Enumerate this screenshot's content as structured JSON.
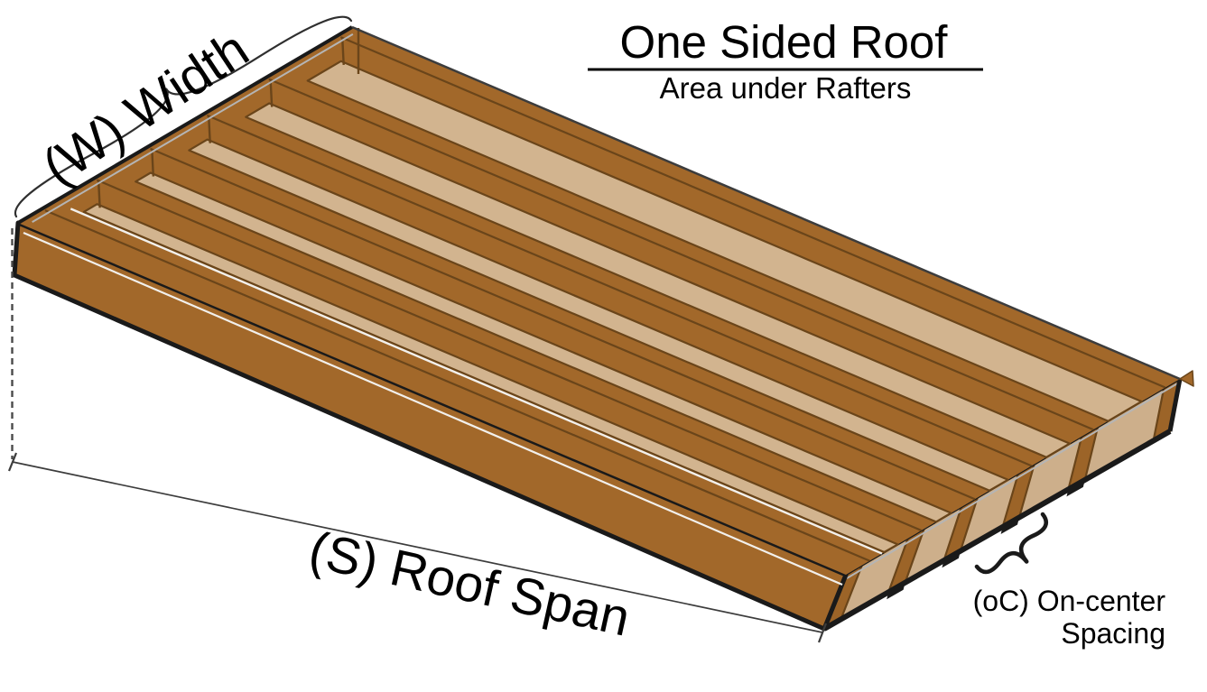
{
  "title": {
    "text": "One Sided Roof",
    "subtitle": "Area under Rafters"
  },
  "labels": {
    "width_label": "(W) Width",
    "span_label": "(S) Roof Span",
    "oc_label_line1": "(oC) On-center",
    "oc_label_line2": "Spacing"
  },
  "diagram": {
    "type": "isometric-one-sided-roof-frame",
    "rafter_count": 6,
    "bay_count": 5,
    "colors": {
      "rafter_brown": "#A2682A",
      "rafter_brown_end": "#9C6428",
      "bay_tan_top": "#D2B48F",
      "bay_tan_end": "#CDAF8B",
      "outline_dark_brown": "#6A451A",
      "outline_black": "#1A1A1A",
      "edge_gray": "#B5B5B5",
      "highlight_white": "#F2F0EC",
      "dim_line": "#3C3C3C",
      "text": "#000000",
      "background": "#FFFFFF"
    }
  }
}
